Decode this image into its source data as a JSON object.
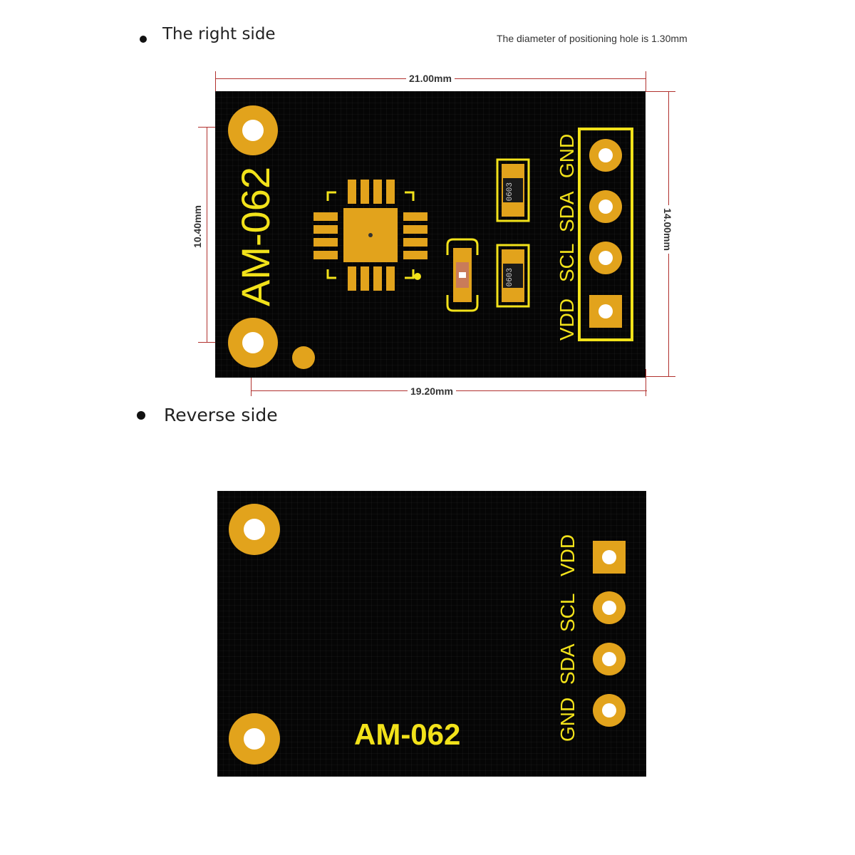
{
  "headings": {
    "front": "The right side",
    "reverse": "Reverse side"
  },
  "note": "The diameter of positioning hole is 1.30mm",
  "dimensions": {
    "top_width": "21.00mm",
    "bottom_width": "19.20mm",
    "hole_spacing": "10.40mm",
    "height": "14.00mm"
  },
  "front_board": {
    "model": "AM-062",
    "pins": [
      "VDD",
      "SCL",
      "SDA",
      "GND"
    ],
    "resistor_code": "0603"
  },
  "reverse_board": {
    "model": "AM-062",
    "pins": [
      "VDD",
      "SCL",
      "SDA",
      "GND"
    ]
  },
  "colors": {
    "board": "#050505",
    "silkscreen": "#f2e21a",
    "pad": "#e2a31c",
    "dimension_line": "#b1312e"
  }
}
